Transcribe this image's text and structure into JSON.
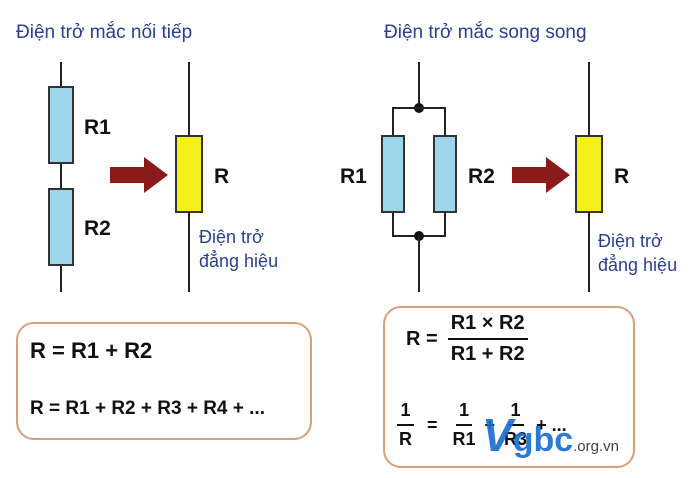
{
  "series_section": {
    "title": "Điện trở mắc nối tiếp",
    "r1_label": "R1",
    "r2_label": "R2",
    "r_label": "R",
    "equivalent_caption_line1": "Điện trở",
    "equivalent_caption_line2": "đẳng hiệu",
    "formula_main": "R = R1 + R2",
    "formula_general": "R = R1 + R2 + R3 + R4 + ..."
  },
  "parallel_section": {
    "title": "Điện trở mắc song song",
    "r1_label": "R1",
    "r2_label": "R2",
    "r_label": "R",
    "equivalent_caption_line1": "Điện trở",
    "equivalent_caption_line2": "đẳng hiệu",
    "formula1_lhs": "R =",
    "formula1_num": "R1 × R2",
    "formula1_den": "R1 + R2",
    "formula2_lhs_num": "1",
    "formula2_lhs_den": "R",
    "formula2_eq": "=",
    "formula2_t1_num": "1",
    "formula2_t1_den": "R1",
    "formula2_plus": "+",
    "formula2_t2_num": "1",
    "formula2_t2_den": "R3",
    "formula2_tail": "+ ..."
  },
  "watermark": {
    "brand_v": "V",
    "brand_rest": "gbc",
    "domain": ".org.vn"
  },
  "colors": {
    "resistor_blue": "#9fd5ea",
    "resistor_yellow": "#f5ef1c",
    "arrow": "#8b1a1a",
    "box_border": "#d9a078",
    "title_text": "#2a3f8f"
  }
}
